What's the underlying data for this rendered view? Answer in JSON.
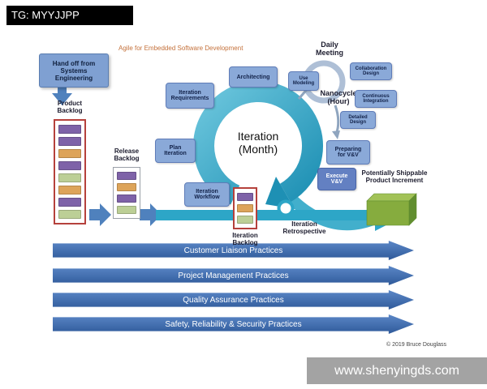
{
  "tag": "TG: MYYJJPP",
  "watermark": "www.shenyingds.com",
  "copyright": "© 2019 Bruce Douglass",
  "diagram": {
    "title": "Agile for Embedded Software Development",
    "handoff": "Hand off from\nSystems\nEngineering",
    "product_backlog_label": "Product\nBacklog",
    "release_backlog_label": "Release\nBacklog",
    "iteration_backlog_label": "Iteration\nBacklog",
    "center_label": "Iteration\n(Month)",
    "daily_meeting_label": "Daily\nMeeting",
    "nanocycle_label": "Nanocycle\n(Hour)",
    "retrospective_label": "Iteration\nRetrospective",
    "shippable_label": "Potentially Shippable\nProduct Increment",
    "boxes": {
      "architecting": "Architecting",
      "requirements": "Iteration\nRequirements",
      "plan_iteration": "Plan\nIteration",
      "iteration_workflow": "Iteration\nWorkflow",
      "preparing_vv": "Preparing\nfor V&V",
      "execute_vv": "Execute\nV&V",
      "use_modeling": "Use\nModeling",
      "collaboration_design": "Collaboration\nDesign",
      "continuous_integration": "Continuous\nIntegration",
      "detailed_design": "Detailed\nDesign"
    },
    "practices": [
      "Customer Liaison Practices",
      "Project Management Practices",
      "Quality Assurance Practices",
      "Safety, Reliability & Security Practices"
    ],
    "backlogs": {
      "product": [
        "purple",
        "purple",
        "orange",
        "purple",
        "green",
        "orange",
        "purple",
        "green"
      ],
      "release": [
        "purple",
        "orange",
        "purple",
        "green"
      ],
      "iteration": [
        "purple",
        "orange",
        "green"
      ]
    }
  },
  "colors": {
    "purple": "#7e62a8",
    "orange": "#dda45a",
    "green": "#bccf96",
    "teal": "#2da6c7",
    "box_blue": "#8aa9d8",
    "box_blue_dark": "#6380c2",
    "arrow_blue": "#4f81bd",
    "practice_blue": "#3f6cb0",
    "cube_green": "#86ac3e"
  }
}
